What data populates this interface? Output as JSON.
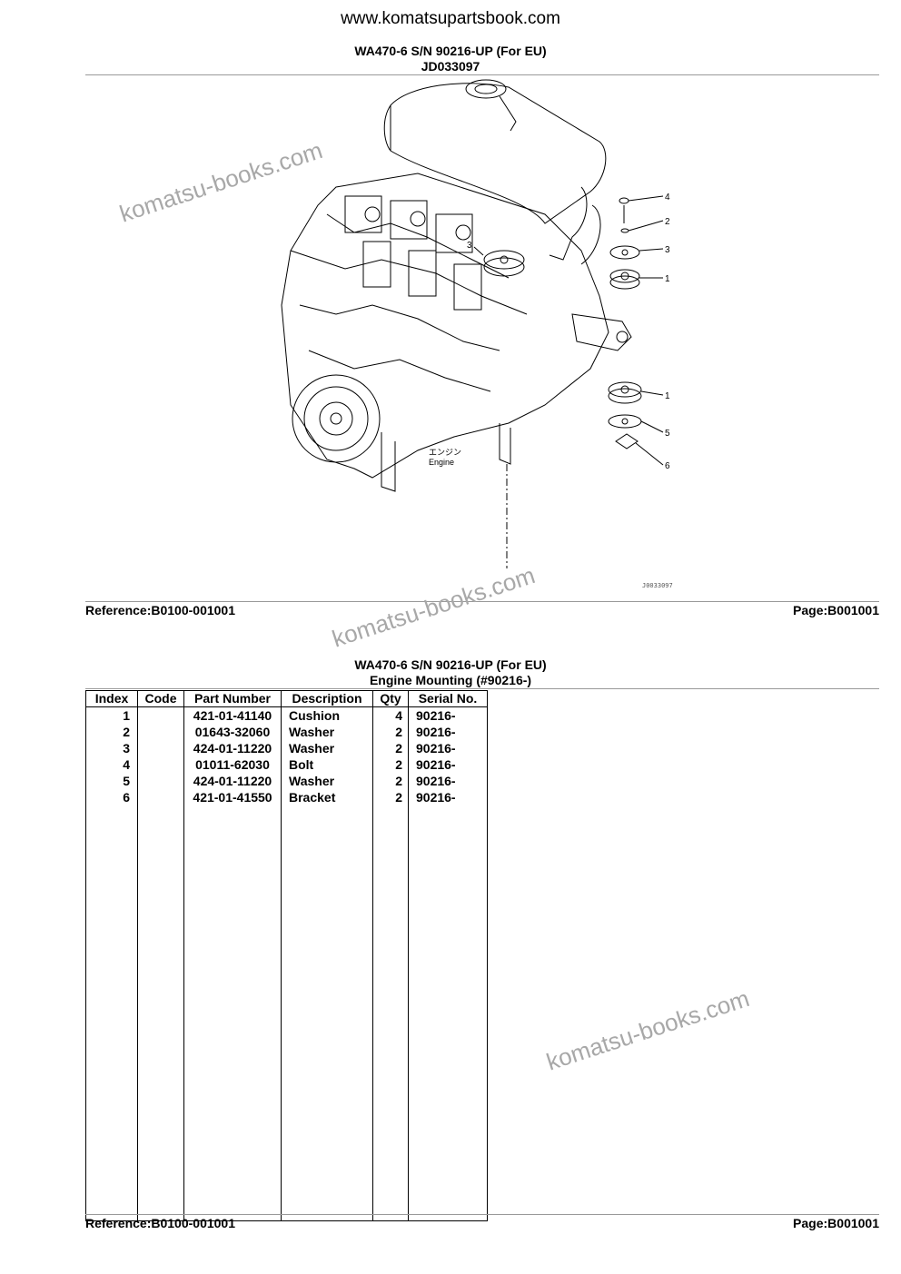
{
  "site_url": "www.komatsupartsbook.com",
  "top": {
    "model_line": "WA470-6 S/N 90216-UP (For EU)",
    "drawing_id": "JD033097",
    "reference": "Reference:B0100-001001",
    "page": "Page:B001001"
  },
  "diagram": {
    "engine_label_jp": "エンジン",
    "engine_label": "Engine",
    "callouts": [
      "4",
      "2",
      "3",
      "1",
      "3",
      "1",
      "5",
      "6"
    ],
    "drawing_code": "J0033097"
  },
  "bottom": {
    "model_line": "WA470-6 S/N 90216-UP (For EU)",
    "section_title": "Engine Mounting (#90216-)",
    "reference": "Reference:B0100-001001",
    "page": "Page:B001001"
  },
  "table": {
    "headers": [
      "Index",
      "Code",
      "Part Number",
      "Description",
      "Qty",
      "Serial No."
    ],
    "rows": [
      {
        "index": "1",
        "code": "",
        "part_number": "421-01-41140",
        "description": "Cushion",
        "qty": "4",
        "serial": "90216-"
      },
      {
        "index": "2",
        "code": "",
        "part_number": "01643-32060",
        "description": "Washer",
        "qty": "2",
        "serial": "90216-"
      },
      {
        "index": "3",
        "code": "",
        "part_number": "424-01-11220",
        "description": "Washer",
        "qty": "2",
        "serial": "90216-"
      },
      {
        "index": "4",
        "code": "",
        "part_number": "01011-62030",
        "description": "Bolt",
        "qty": "2",
        "serial": "90216-"
      },
      {
        "index": "5",
        "code": "",
        "part_number": "424-01-11220",
        "description": "Washer",
        "qty": "2",
        "serial": "90216-"
      },
      {
        "index": "6",
        "code": "",
        "part_number": "421-01-41550",
        "description": "Bracket",
        "qty": "2",
        "serial": "90216-"
      }
    ]
  },
  "watermark": "komatsu-books.com"
}
